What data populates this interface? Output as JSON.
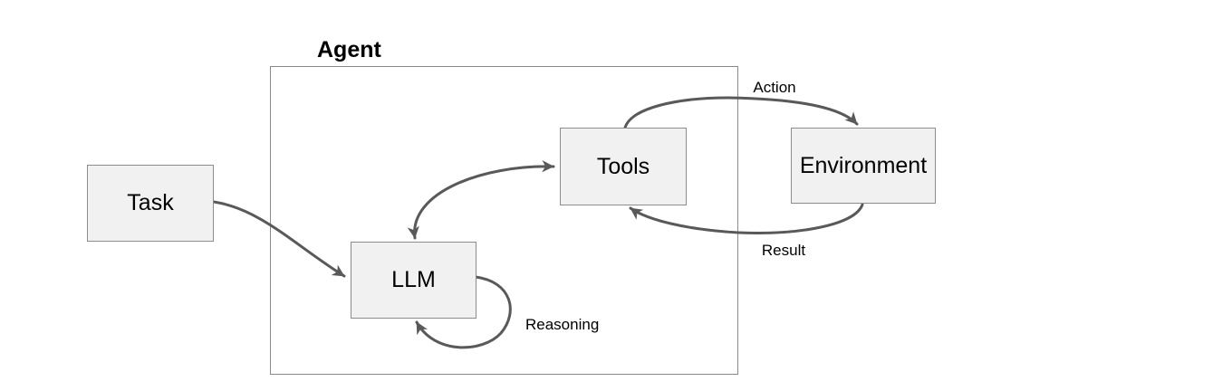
{
  "diagram": {
    "container": {
      "label": "Agent"
    },
    "nodes": {
      "task": {
        "label": "Task"
      },
      "llm": {
        "label": "LLM"
      },
      "tools": {
        "label": "Tools"
      },
      "environment": {
        "label": "Environment"
      }
    },
    "edges": {
      "task_to_llm": {
        "from": "Task",
        "to": "LLM",
        "label": ""
      },
      "llm_tools": {
        "from": "LLM",
        "to": "Tools",
        "label": "",
        "bidirectional": true
      },
      "reasoning_loop": {
        "from": "LLM",
        "to": "LLM",
        "label": "Reasoning"
      },
      "action": {
        "from": "Tools",
        "to": "Environment",
        "label": "Action"
      },
      "result": {
        "from": "Environment",
        "to": "Tools",
        "label": "Result"
      }
    },
    "colors": {
      "background": "#ffffff",
      "node_fill": "#f1f1f1",
      "node_border": "#8c8c8c",
      "container_border": "#8a8a8a",
      "arrow": "#595959",
      "text": "#000000"
    }
  }
}
